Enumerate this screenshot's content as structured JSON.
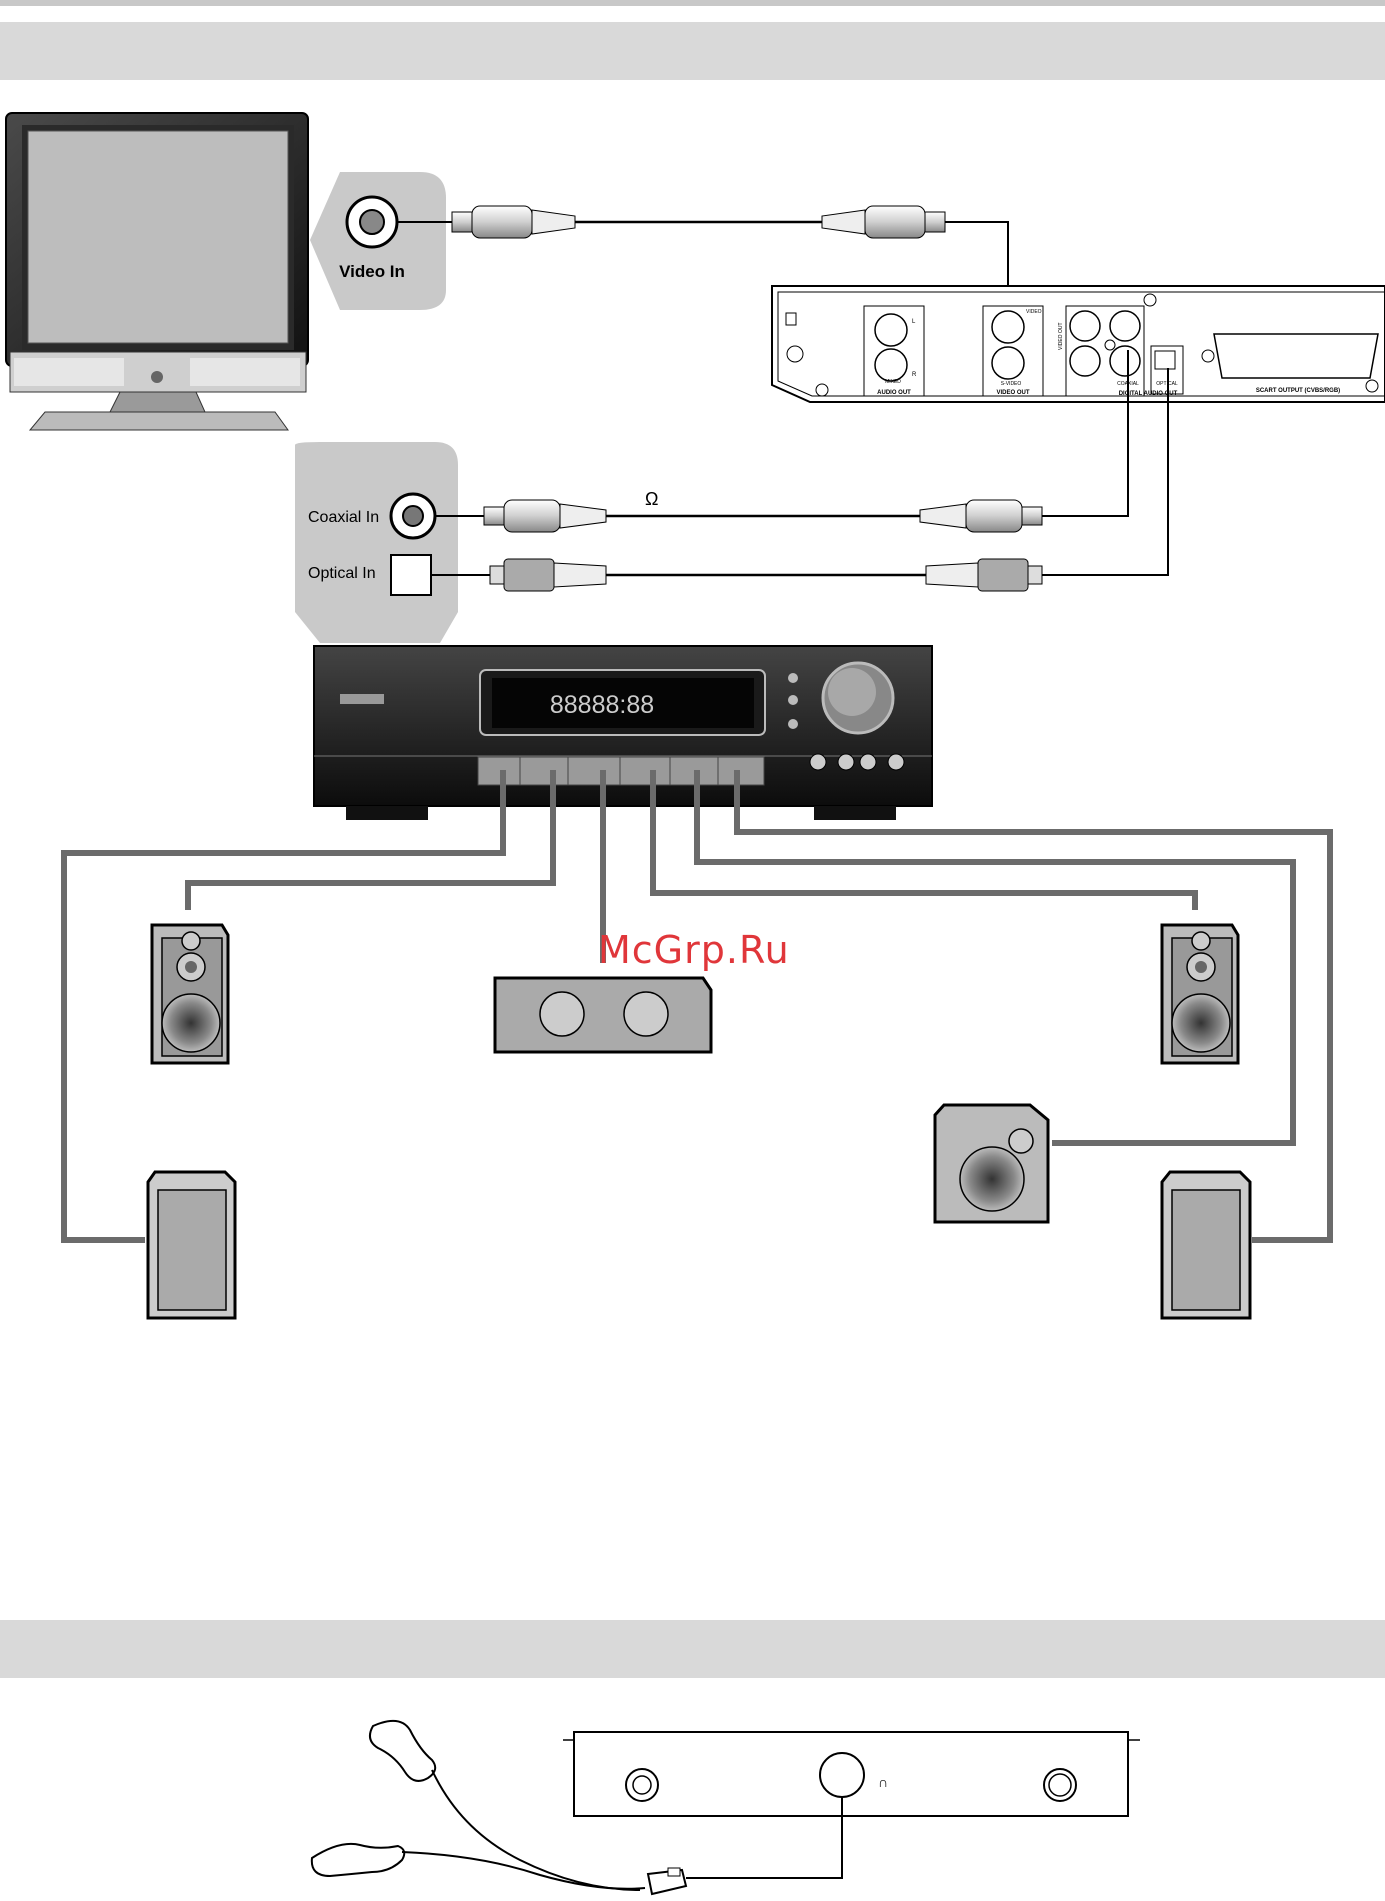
{
  "header_band_top": "",
  "header_band_bottom": "",
  "labels": {
    "video_in": "Video In",
    "coaxial_in": "Coaxial In",
    "optical_in": "Optical In",
    "omega": "Ω"
  },
  "dvd_panel": {
    "audio_out": "AUDIO OUT",
    "video_out": "VIDEO OUT",
    "video": "VIDEO",
    "s_video": "S-VIDEO",
    "video_out_vertical": "VIDEO OUT",
    "coaxial": "COAXIAL",
    "optical": "OPTICAL",
    "digital_audio_out": "DIGITAL AUDIO OUT",
    "scart_output": "SCART OUTPUT (CVBS/RGB)",
    "l": "L",
    "r": "R",
    "mixed": "MIXED"
  },
  "receiver": {
    "display": "88888:88"
  },
  "headphone_symbol": "∩",
  "watermark": "McGrp.Ru",
  "colors": {
    "band": "#d9d9d9",
    "cable": "#6b6b6b",
    "watermark": "#e0363a"
  }
}
